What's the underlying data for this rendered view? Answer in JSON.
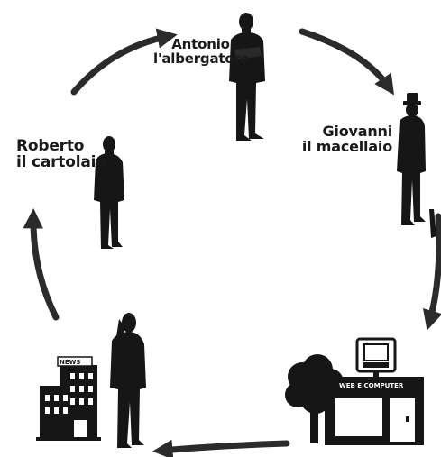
{
  "people": [
    {
      "id": "antonio",
      "name": "Antonio",
      "role": "l'albergatore"
    },
    {
      "id": "giovanni",
      "name": "Giovanni",
      "role": "il macellaio"
    },
    {
      "id": "roberto",
      "name": "Roberto",
      "role": "il cartolaio"
    }
  ],
  "places": {
    "newsstand_sign": "NEWS",
    "shop_sign": "WEB E COMPUTER"
  },
  "icons": [
    "person-silhouette-icon",
    "building-icon",
    "shop-icon",
    "computer-icon",
    "tree-icon",
    "cycle-arrow-icon"
  ],
  "colors": {
    "ink": "#1a1a1a",
    "arrow": "#2b2b2b",
    "background": "#ffffff"
  }
}
